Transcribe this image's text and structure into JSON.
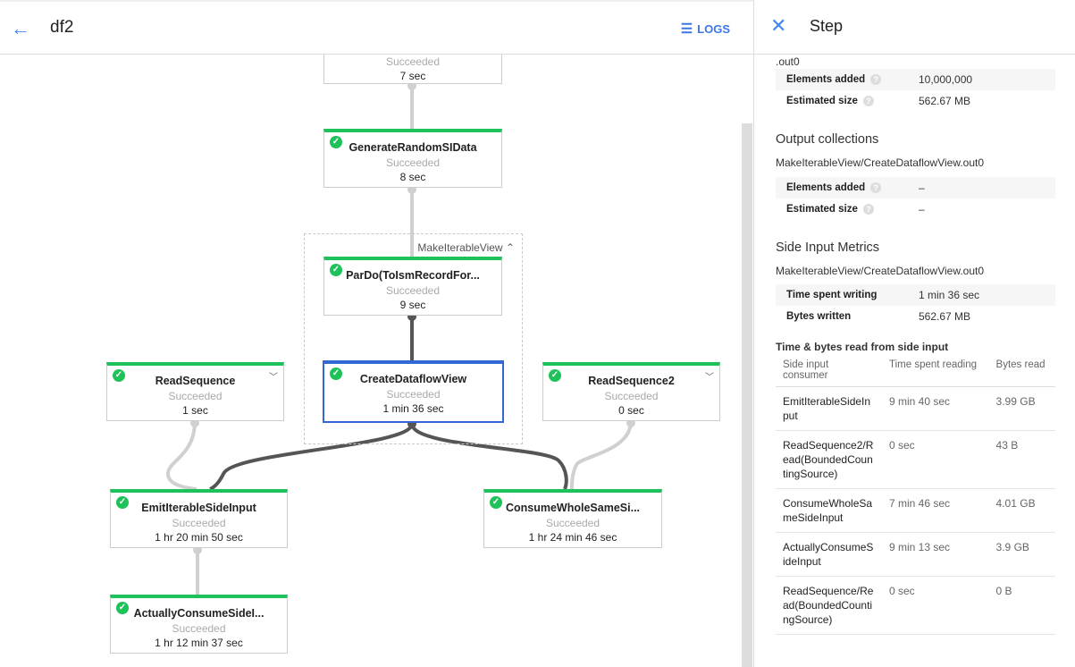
{
  "header": {
    "title": "df2",
    "logs_label": "LOGS",
    "back_icon": "arrow-back-icon",
    "logs_icon": "list-icon"
  },
  "graph": {
    "group_label": "MakeIterableView",
    "nodes": [
      {
        "name": "",
        "status": "Succeeded",
        "time": "7 sec"
      },
      {
        "name": "GenerateRandomSIData",
        "status": "Succeeded",
        "time": "8 sec"
      },
      {
        "name": "ParDo(ToIsmRecordFor...",
        "status": "Succeeded",
        "time": "9 sec"
      },
      {
        "name": "CreateDataflowView",
        "status": "Succeeded",
        "time": "1 min 36 sec"
      },
      {
        "name": "ReadSequence",
        "status": "Succeeded",
        "time": "1 sec"
      },
      {
        "name": "ReadSequence2",
        "status": "Succeeded",
        "time": "0 sec"
      },
      {
        "name": "EmitIterableSideInput",
        "status": "Succeeded",
        "time": "1 hr 20 min 50 sec"
      },
      {
        "name": "ConsumeWholeSameSi...",
        "status": "Succeeded",
        "time": "1 hr 24 min 46 sec"
      },
      {
        "name": "ActuallyConsumeSideI...",
        "status": "Succeeded",
        "time": "1 hr 12 min 37 sec"
      }
    ],
    "colors": {
      "success": "#1ec25a",
      "selected": "#3367d6"
    }
  },
  "panel": {
    "title": "Step",
    "input_tail": ".out0",
    "input_metrics": [
      {
        "label": "Elements added",
        "value": "10,000,000"
      },
      {
        "label": "Estimated size",
        "value": "562.67 MB"
      }
    ],
    "output_heading": "Output collections",
    "output_name": "MakeIterableView/CreateDataflowView.out0",
    "output_metrics": [
      {
        "label": "Elements added",
        "value": "–"
      },
      {
        "label": "Estimated size",
        "value": "–"
      }
    ],
    "side_heading": "Side Input Metrics",
    "side_name": "MakeIterableView/CreateDataflowView.out0",
    "side_metrics": [
      {
        "label": "Time spent writing",
        "value": "1 min 36 sec"
      },
      {
        "label": "Bytes written",
        "value": "562.67 MB"
      }
    ],
    "table_heading": "Time & bytes read from side input",
    "columns": [
      "Side input consumer",
      "Time spent reading",
      "Bytes read"
    ],
    "rows": [
      [
        "EmitIterableSideInput",
        "9 min 40 sec",
        "3.99 GB"
      ],
      [
        "ReadSequence2/Read(BoundedCountingSource)",
        "0 sec",
        "43 B"
      ],
      [
        "ConsumeWholeSameSideInput",
        "7 min 46 sec",
        "4.01 GB"
      ],
      [
        "ActuallyConsumeSideInput",
        "9 min 13 sec",
        "3.9 GB"
      ],
      [
        "ReadSequence/Read(BoundedCountingSource)",
        "0 sec",
        "0 B"
      ]
    ]
  }
}
